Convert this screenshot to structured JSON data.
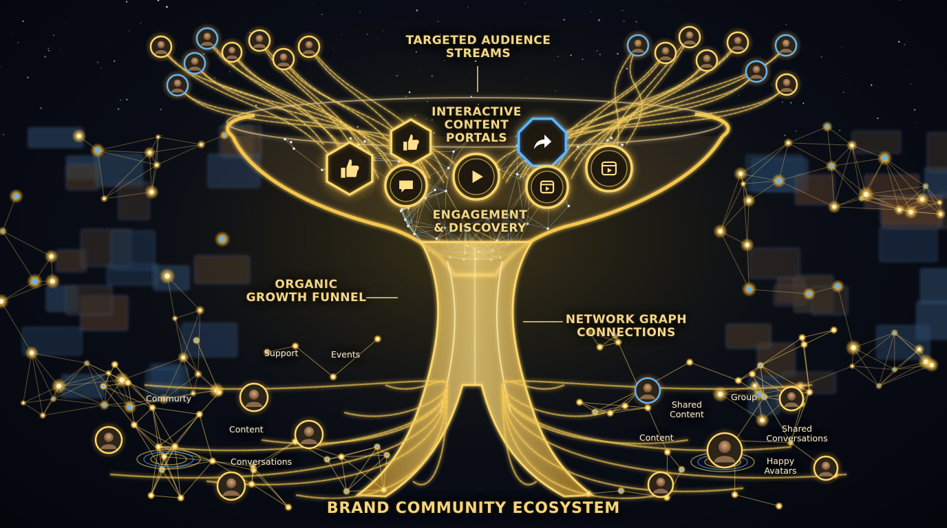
{
  "colors": {
    "gold": "#f3c64e",
    "glow": "#ffd86b",
    "blue_accent": "#5fb6ff",
    "background": "#05080f"
  },
  "callouts": {
    "streams": [
      "TARGETED AUDIENCE",
      "STREAMS"
    ],
    "portals": [
      "INTERACTIVE",
      "CONTENT",
      "PORTALS"
    ],
    "engagement": [
      "ENGAGEMENT",
      "& DISCOVERY"
    ],
    "funnel": [
      "ORGANIC",
      "GROWTH FUNNEL"
    ],
    "network": [
      "NETWORK GRAPH",
      "CONNECTIONS"
    ]
  },
  "roots_left": {
    "support": "Support",
    "events": "Events",
    "community": "Commurty",
    "content": "Content",
    "conversations": "Conversations"
  },
  "roots_right": {
    "shared_content": [
      "Shared",
      "Content"
    ],
    "group": "Group",
    "content": "Content",
    "shared_conversations": [
      "Shared",
      "Conversations"
    ],
    "happy_avatars": [
      "Happy",
      "Avatars"
    ]
  },
  "portal_icons": [
    "thumbs-up-icon",
    "thumbs-up-icon",
    "chat-bubble-icon",
    "play-icon",
    "share-arrow-icon",
    "video-reel-icon",
    "video-reel-icon"
  ],
  "footer_title": "BRAND COMMUNITY ECOSYSTEM"
}
